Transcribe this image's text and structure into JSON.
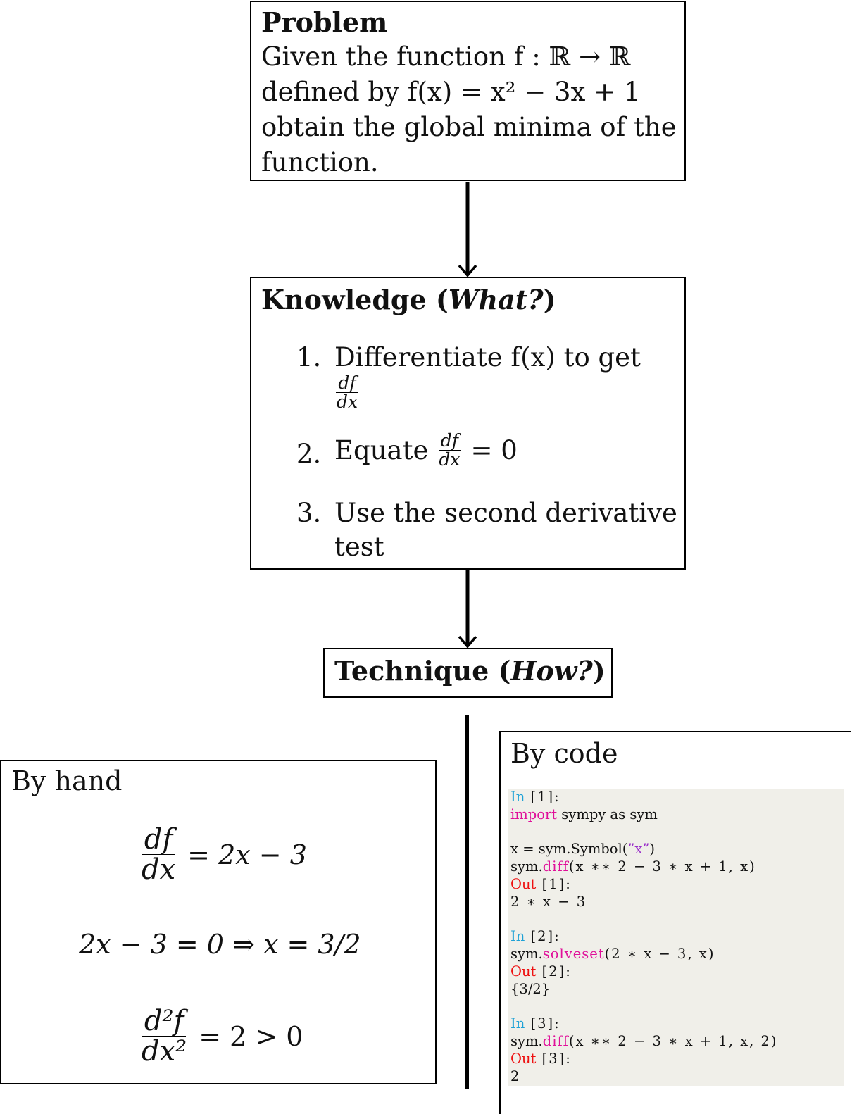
{
  "problem": {
    "heading": "Problem",
    "lines": [
      "Given the function f : ℝ → ℝ",
      "defined by f(x) = x² − 3x + 1",
      "obtain the global minima of the",
      "function."
    ]
  },
  "knowledge": {
    "heading_prefix": "Knowledge (",
    "heading_emph": "What?",
    "heading_suffix": ")",
    "items": [
      {
        "num": "1.",
        "text": "Differentiate f(x) to get",
        "frac_num": "df",
        "frac_den": "dx"
      },
      {
        "num": "2.",
        "text": "Equate",
        "frac_num": "df",
        "frac_den": "dx",
        "after": "= 0"
      },
      {
        "num": "3.",
        "text": "Use the second derivative",
        "text2": "test"
      }
    ]
  },
  "technique": {
    "heading_prefix": "Technique (",
    "heading_emph": "How?",
    "heading_suffix": ")"
  },
  "by_hand": {
    "title": "By hand",
    "eq1": {
      "num": "df",
      "den": "dx",
      "rest": "= 2x − 3"
    },
    "eq2": "2x − 3 = 0 ⇒ x = 3/2",
    "eq3": {
      "num": "d²f",
      "den": "dx²",
      "rest": "= 2 > 0"
    }
  },
  "by_code": {
    "title": "By code",
    "in1": "In",
    "in1_num": " [1]:",
    "import_kw": "import",
    "import_rest": " sympy as sym",
    "sym_line_a": "x = sym.Symbol(",
    "sym_str": "”x”",
    "sym_line_b": ")",
    "diff1_a": "sym.",
    "diff1_fn": "diff",
    "diff1_b": "(x ∗∗ 2 − 3 ∗ x + 1, x)",
    "out1": "Out",
    "out1_num": " [1]:",
    "res1": "2 ∗ x − 3",
    "in2": "In",
    "in2_num": " [2]:",
    "solve_a": "sym.",
    "solve_fn": "solveset",
    "solve_b": "(2 ∗ x − 3, x)",
    "out2": "Out",
    "out2_num": " [2]:",
    "res2": "{3/2}",
    "in3": "In",
    "in3_num": " [3]:",
    "diff2_a": "sym.",
    "diff2_fn": "diff",
    "diff2_b": "(x ∗∗ 2 − 3 ∗ x + 1, x, 2)",
    "out3": "Out",
    "out3_num": " [3]:",
    "res3": "2"
  }
}
